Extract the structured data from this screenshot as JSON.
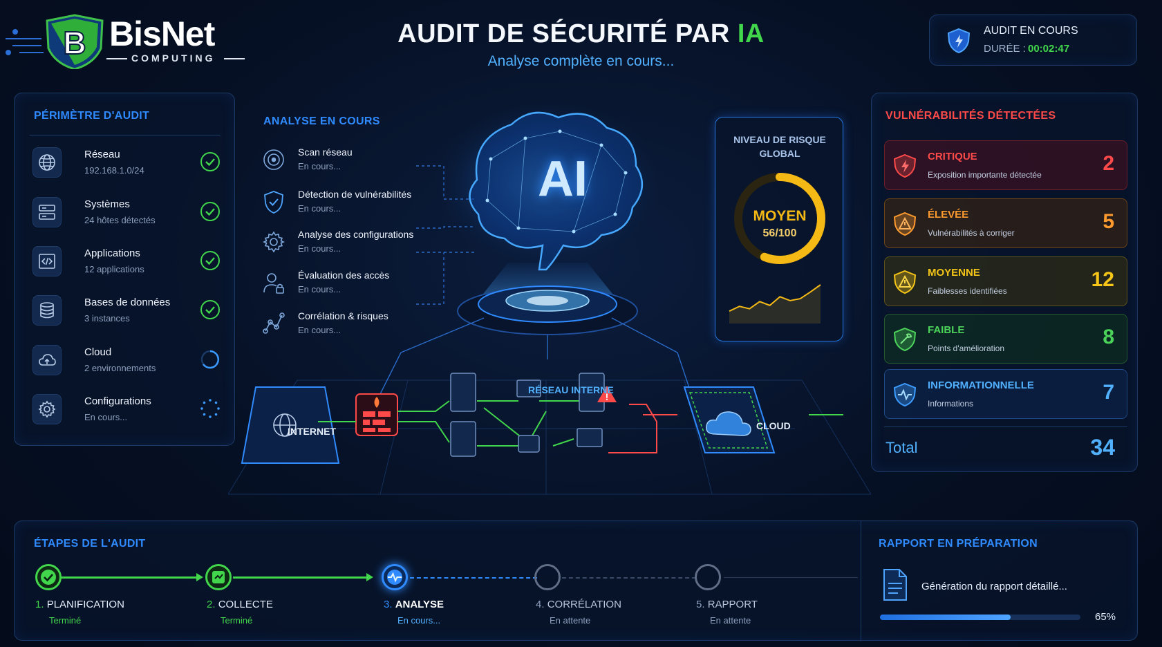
{
  "brand": {
    "name_bis": "Bis",
    "name_net": "Net",
    "sub": "COMPUTING"
  },
  "header": {
    "title_main": "AUDIT DE SÉCURITÉ PAR ",
    "title_accent": "IA",
    "subtitle": "Analyse complète en cours..."
  },
  "status": {
    "label": "AUDIT EN COURS",
    "duration_label": "DURÉE :",
    "duration": "00:02:47"
  },
  "scope": {
    "title": "PÉRIMÈTRE D'AUDIT",
    "items": [
      {
        "label": "Réseau",
        "sub": "192.168.1.0/24",
        "state": "done",
        "icon": "globe-icon"
      },
      {
        "label": "Systèmes",
        "sub": "24 hôtes détectés",
        "state": "done",
        "icon": "server-icon"
      },
      {
        "label": "Applications",
        "sub": "12 applications",
        "state": "done",
        "icon": "code-icon"
      },
      {
        "label": "Bases de données",
        "sub": "3 instances",
        "state": "done",
        "icon": "database-icon"
      },
      {
        "label": "Cloud",
        "sub": "2 environnements",
        "state": "loading",
        "icon": "cloud-icon"
      },
      {
        "label": "Configurations",
        "sub": "En cours...",
        "state": "pending",
        "icon": "gear-icon"
      }
    ]
  },
  "analysis": {
    "title": "ANALYSE EN COURS",
    "items": [
      {
        "label": "Scan réseau",
        "sub": "En cours...",
        "icon": "radar-icon"
      },
      {
        "label": "Détection de vulnérabilités",
        "sub": "En cours...",
        "icon": "shield-check-icon"
      },
      {
        "label": "Analyse des configurations",
        "sub": "En cours...",
        "icon": "gear-icon"
      },
      {
        "label": "Évaluation des accès",
        "sub": "En cours...",
        "icon": "user-lock-icon"
      },
      {
        "label": "Corrélation & risques",
        "sub": "En cours...",
        "icon": "nodes-icon"
      }
    ]
  },
  "brain": {
    "label": "AI"
  },
  "risk": {
    "title_line1": "NIVEAU DE RISQUE",
    "title_line2": "GLOBAL",
    "level": "MOYEN",
    "score_text": "56/100",
    "score": 56,
    "max": 100,
    "trend": [
      2,
      3,
      2.5,
      4,
      3.2,
      5,
      4.2,
      4.6,
      6,
      7.5
    ]
  },
  "network": {
    "internet": "INTERNET",
    "internal": "RÉSEAU INTERNE",
    "cloud": "CLOUD"
  },
  "vulns": {
    "title": "VULNÉRABILITÉS DÉTECTÉES",
    "items": [
      {
        "label": "CRITIQUE",
        "sub": "Exposition importante détectée",
        "count": "2",
        "color": "#ff4a4a"
      },
      {
        "label": "ÉLEVÉE",
        "sub": "Vulnérabilités à corriger",
        "count": "5",
        "color": "#ff9a2e"
      },
      {
        "label": "MOYENNE",
        "sub": "Faiblesses identifiées",
        "count": "12",
        "color": "#f5c518"
      },
      {
        "label": "FAIBLE",
        "sub": "Points d'amélioration",
        "count": "8",
        "color": "#4cd35a"
      },
      {
        "label": "INFORMATIONNELLE",
        "sub": "Informations",
        "count": "7",
        "color": "#3b9bff"
      }
    ],
    "total_label": "Total",
    "total": "34"
  },
  "steps": {
    "title": "ÉTAPES DE L'AUDIT",
    "items": [
      {
        "num": "1.",
        "label": "PLANIFICATION",
        "sub": "Terminé",
        "state": "done"
      },
      {
        "num": "2.",
        "label": "COLLECTE",
        "sub": "Terminé",
        "state": "done"
      },
      {
        "num": "3.",
        "label": "ANALYSE",
        "sub": "En cours...",
        "state": "active"
      },
      {
        "num": "4.",
        "label": "CORRÉLATION",
        "sub": "En attente",
        "state": "waiting"
      },
      {
        "num": "5.",
        "label": "RAPPORT",
        "sub": "En attente",
        "state": "waiting"
      }
    ]
  },
  "report": {
    "title": "RAPPORT EN PRÉPARATION",
    "text": "Génération du rapport détaillé...",
    "progress": 65,
    "progress_text": "65%"
  },
  "colors": {
    "accent_blue": "#2f8bff",
    "accent_green": "#41d64b",
    "accent_red": "#ff4a4a",
    "accent_gold": "#f5b915"
  }
}
